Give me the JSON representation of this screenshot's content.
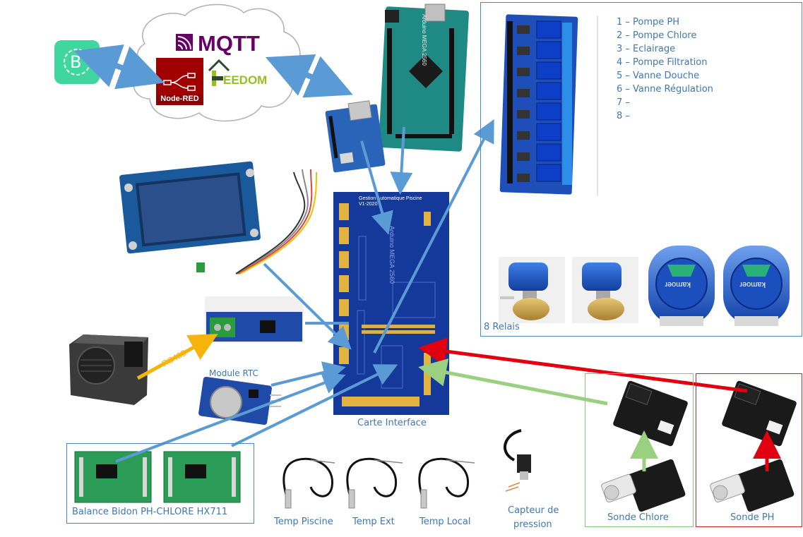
{
  "cloud": {
    "mqtt_label": "MQTT",
    "nodered_label": "Node-RED",
    "jeedom_label": "EEDOM",
    "blynk_letter": "B"
  },
  "arduino": {
    "board_text": "Arduino MEGA 2560"
  },
  "interface": {
    "board_title_line1": "Gestion Automatique Piscine",
    "board_title_line2": "V1-2020",
    "board_center_text": "Arduino MEGA 2560",
    "caption": "Carte Interface"
  },
  "relay_box": {
    "caption": "8 Relais",
    "items": [
      "1 – Pompe PH",
      "2 – Pompe Chlore",
      "3 – Eclairage",
      "4 – Pompe Filtration",
      "5 – Vanne Douche",
      "6 – Vanne Régulation",
      "7 –",
      "8 –"
    ],
    "pump_brand": "kamoer"
  },
  "rs485": {
    "label": "RS485"
  },
  "rtc": {
    "caption": "Module RTC"
  },
  "balance": {
    "caption": "Balance Bidon PH-CHLORE HX711"
  },
  "temps": [
    {
      "caption": "Temp Piscine"
    },
    {
      "caption": "Temp Ext"
    },
    {
      "caption": "Temp Local"
    }
  ],
  "pressure": {
    "caption_line1": "Capteur de",
    "caption_line2": "pression"
  },
  "probes": {
    "chlore_caption": "Sonde Chlore",
    "ph_caption": "Sonde PH"
  },
  "colors": {
    "link_blue": "#5b9bd5",
    "probe_red": "#e0000f",
    "probe_green": "#9bd080",
    "rs485_yellow": "#f5b40c",
    "pcb_blue": "#163a9c",
    "pcb_green": "#2a9c6a",
    "pump_blue": "#1a5ad0"
  }
}
